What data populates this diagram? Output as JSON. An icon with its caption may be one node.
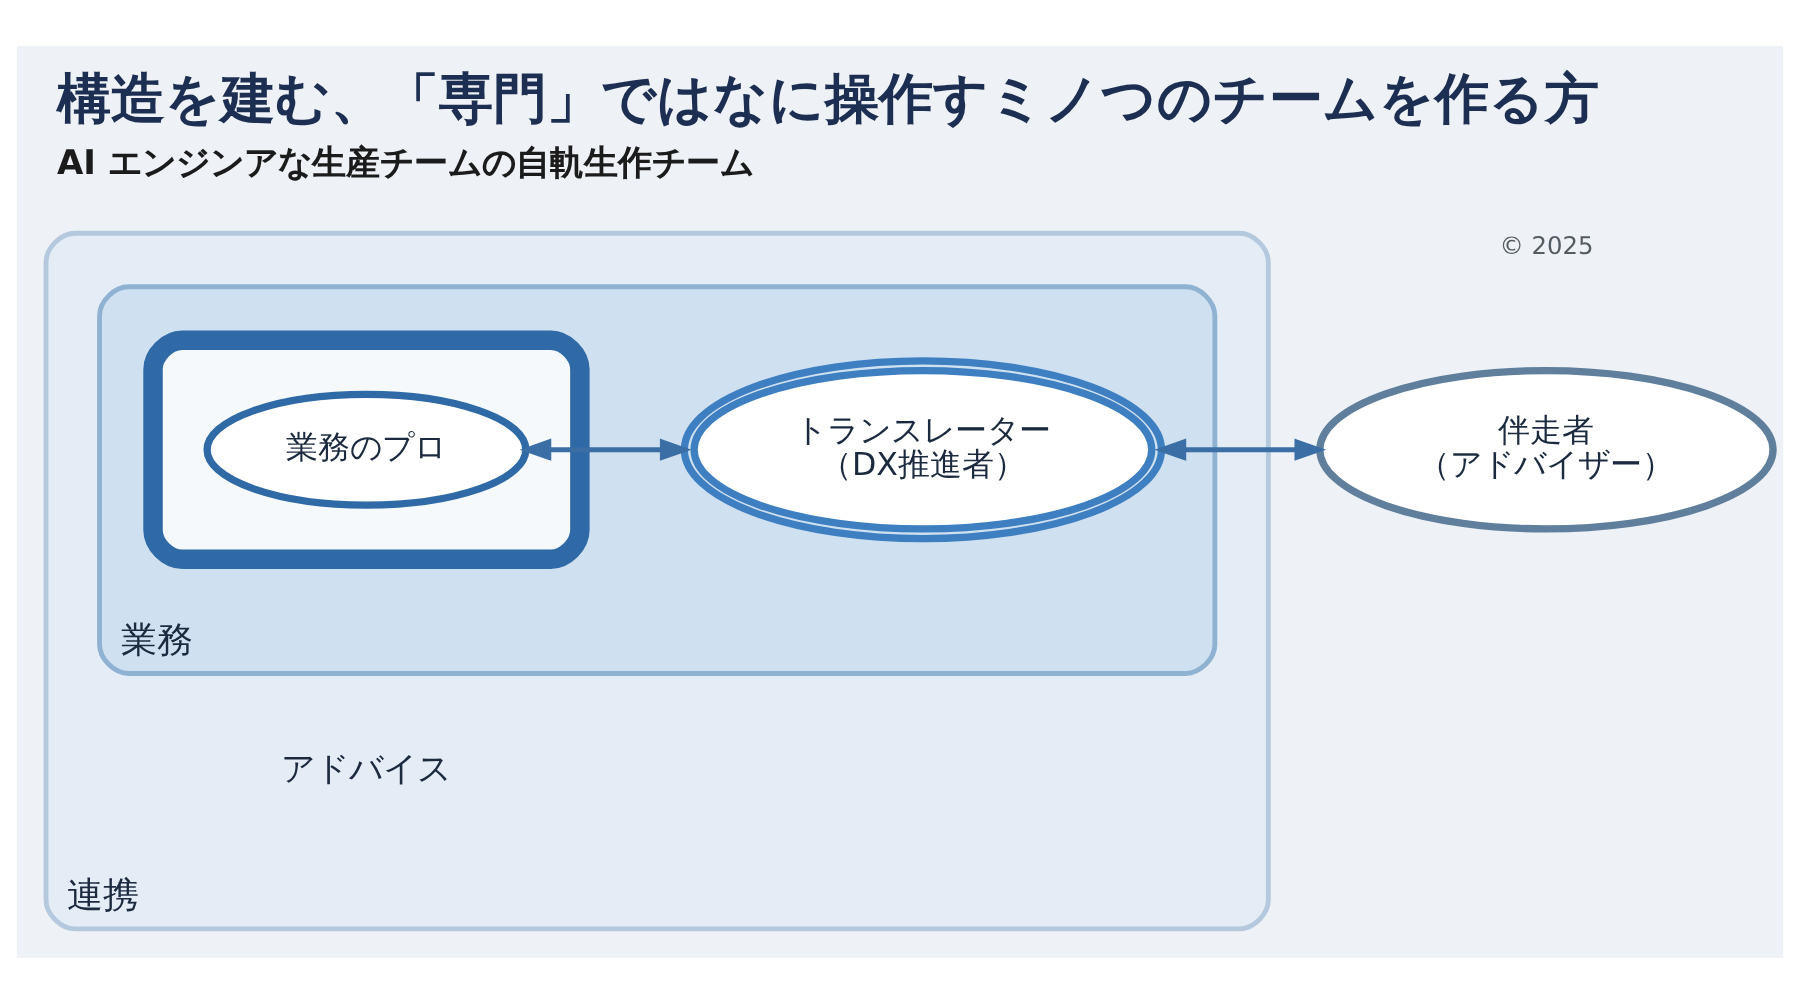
{
  "diagram": {
    "title": "構造を建む、「専門」ではなに操作すミノつのチームを作る方",
    "caption": "AI エンジンアな生産チームの自軌生作チーム",
    "nodes": [
      {
        "text": [
          "連携"
        ]
      },
      {
        "text": [
          "業務"
        ],
        "in": 0
      },
      {
        "text": [],
        "shape": "ring",
        "in": 1
      },
      {
        "text": [
          "業務のプロ"
        ],
        "in": 2
      },
      {
        "text": [
          "トランスレーター",
          "（DX推進者）"
        ],
        "in": 1
      },
      {
        "text": [
          "伴走者",
          "（アドバイザー）"
        ]
      }
    ],
    "edges": [
      {
        "from": 3,
        "to": 4,
        "arrow": "both"
      },
      {
        "from": 4,
        "to": 5,
        "arrow": "both"
      }
    ],
    "labels": [
      "アドバイス",
      "© 2025"
    ]
  }
}
